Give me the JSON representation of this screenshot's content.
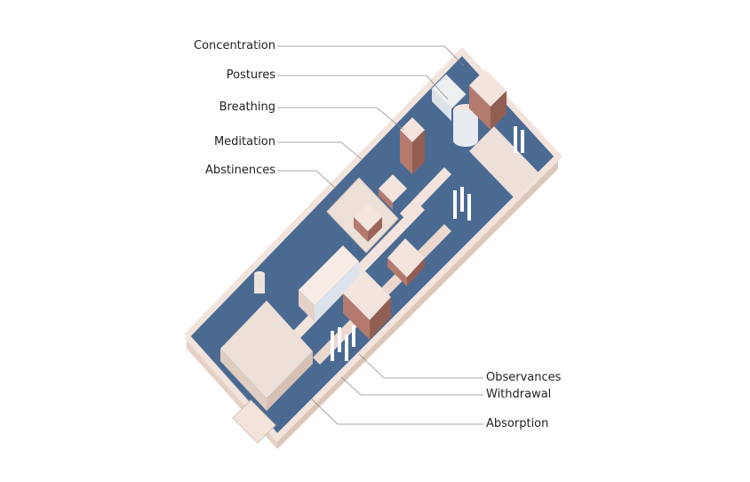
{
  "labels_left": [
    {
      "id": "concentration",
      "text": "Concentration"
    },
    {
      "id": "postures",
      "text": "Postures"
    },
    {
      "id": "breathing",
      "text": "Breathing"
    },
    {
      "id": "meditation",
      "text": "Meditation"
    },
    {
      "id": "abstinences",
      "text": "Abstinences"
    }
  ],
  "labels_right": [
    {
      "id": "observances",
      "text": "Observances"
    },
    {
      "id": "withdrawal",
      "text": "Withdrawal"
    },
    {
      "id": "absorption",
      "text": "Absorption"
    }
  ],
  "colors": {
    "floor": "#4a6a92",
    "wall": "#f2e4dc",
    "wall_shade": "#e2cfc4",
    "brick": "#b47a6e",
    "leader": "#8a8a8a"
  }
}
